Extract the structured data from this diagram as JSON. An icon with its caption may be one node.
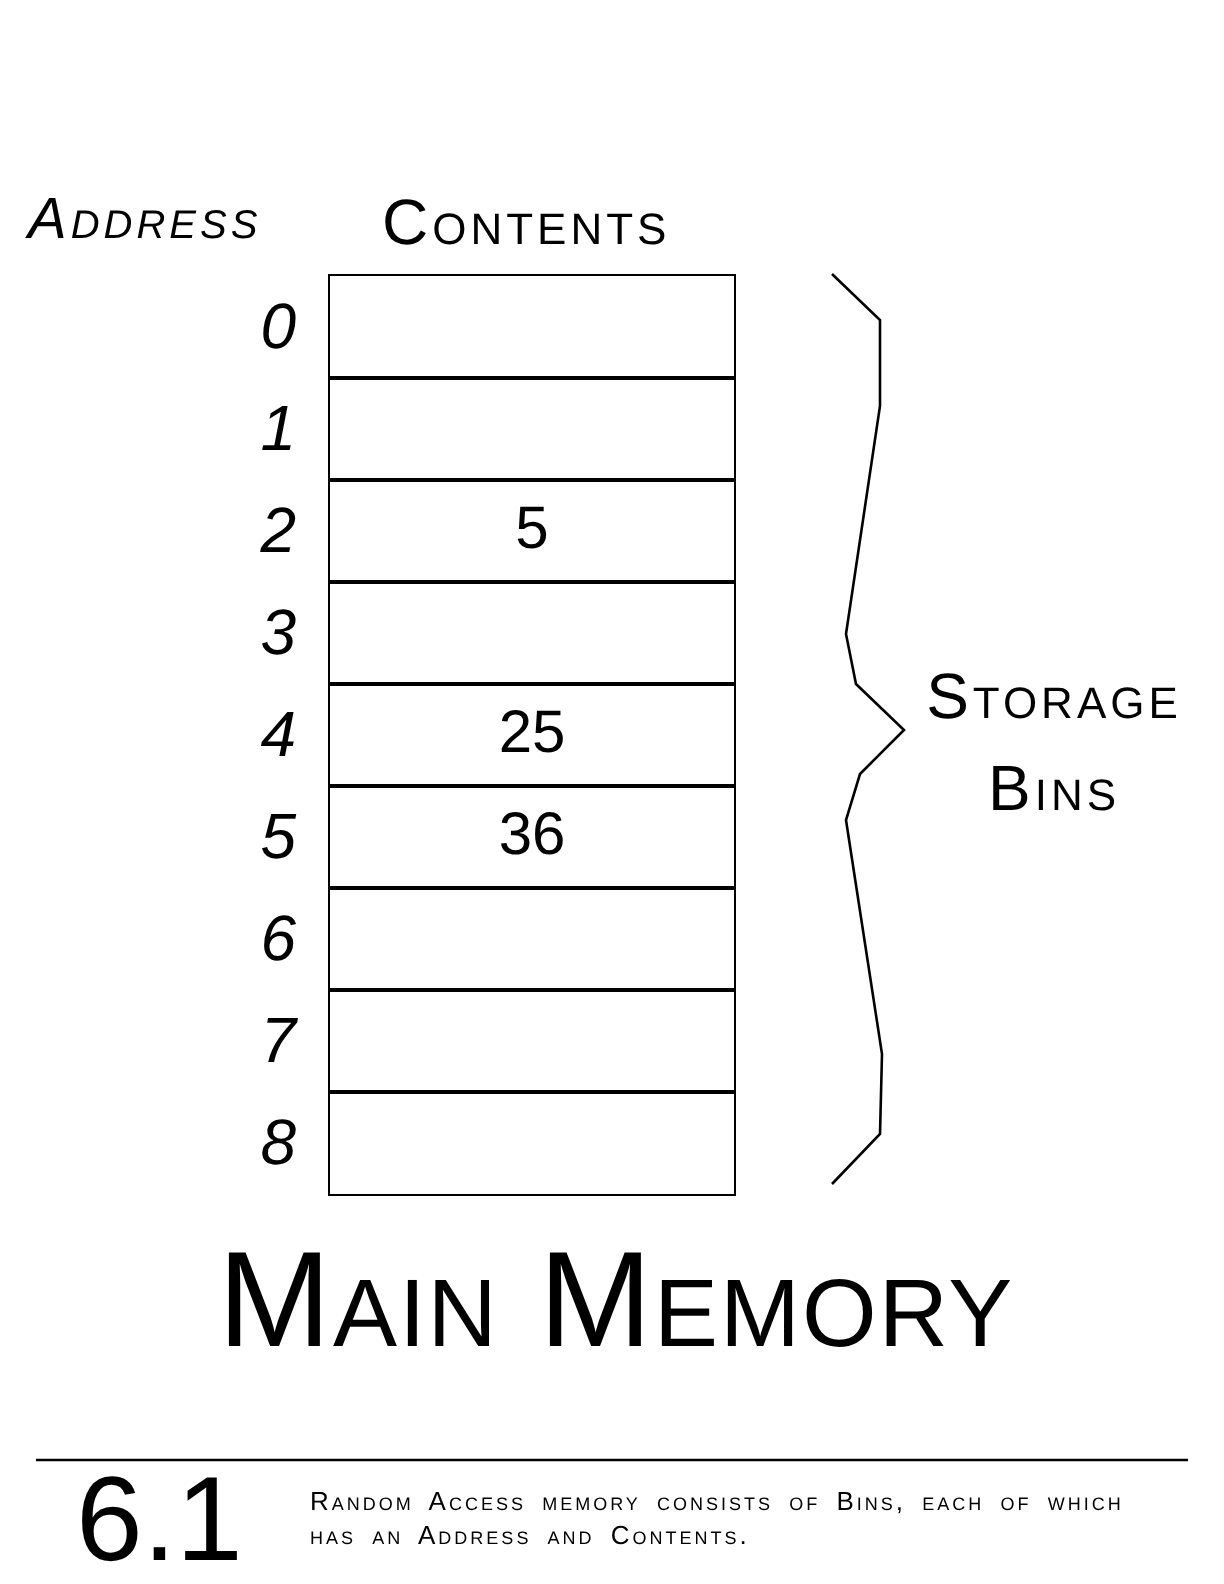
{
  "diagram": {
    "title": "Main Memory",
    "caption": "Random Access memory consists of Bins, each of which has an Address and Contents.",
    "nodes": [
      {
        "text": [],
        "shape": "box",
        "beside": [
          "0"
        ]
      },
      {
        "text": [],
        "shape": "box",
        "beside": [
          "1"
        ]
      },
      {
        "text": [
          "5"
        ],
        "beside": [
          "2"
        ]
      },
      {
        "text": [],
        "shape": "box",
        "beside": [
          "3"
        ]
      },
      {
        "text": [
          "25"
        ],
        "beside": [
          "4"
        ]
      },
      {
        "text": [
          "36"
        ],
        "beside": [
          "5"
        ]
      },
      {
        "text": [],
        "shape": "box",
        "beside": [
          "6"
        ]
      },
      {
        "text": [],
        "shape": "box",
        "beside": [
          "7"
        ]
      },
      {
        "text": [],
        "shape": "box",
        "beside": [
          "8"
        ]
      }
    ],
    "edges": [],
    "labels": [
      "Address",
      "Contents",
      "Storage Bins",
      "6.1"
    ]
  }
}
